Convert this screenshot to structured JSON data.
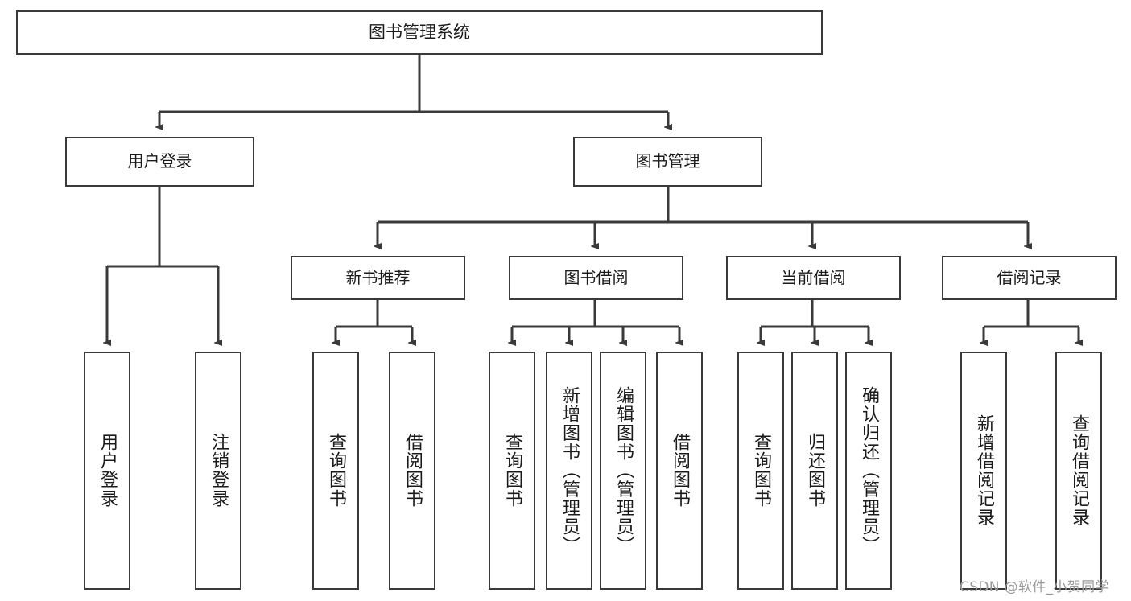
{
  "diagram": {
    "title_node": {
      "id": "root",
      "label": "图书管理系统"
    },
    "level2": [
      {
        "id": "user-login",
        "label": "用户登录"
      },
      {
        "id": "book-management",
        "label": "图书管理"
      }
    ],
    "level3": [
      {
        "id": "new-book-recommend",
        "label": "新书推荐"
      },
      {
        "id": "book-borrow",
        "label": "图书借阅"
      },
      {
        "id": "current-borrow",
        "label": "当前借阅"
      },
      {
        "id": "borrow-record",
        "label": "借阅记录"
      }
    ],
    "leaves": [
      {
        "id": "leaf-user-login",
        "label": "用户登录",
        "parent": "user-login"
      },
      {
        "id": "leaf-logout",
        "label": "注销登录",
        "parent": "user-login"
      },
      {
        "id": "leaf-query-book-1",
        "label": "查询图书",
        "parent": "new-book-recommend"
      },
      {
        "id": "leaf-borrow-book-1",
        "label": "借阅图书",
        "parent": "new-book-recommend"
      },
      {
        "id": "leaf-query-book-2",
        "label": "查询图书",
        "parent": "book-borrow"
      },
      {
        "id": "leaf-add-book",
        "label": "新增图书（管理员）",
        "parent": "book-borrow"
      },
      {
        "id": "leaf-edit-book",
        "label": "编辑图书（管理员）",
        "parent": "book-borrow"
      },
      {
        "id": "leaf-borrow-book-2",
        "label": "借阅图书",
        "parent": "book-borrow"
      },
      {
        "id": "leaf-query-book-3",
        "label": "查询图书",
        "parent": "current-borrow"
      },
      {
        "id": "leaf-return-book",
        "label": "归还图书",
        "parent": "current-borrow"
      },
      {
        "id": "leaf-confirm-return",
        "label": "确认归还（管理员）",
        "parent": "current-borrow"
      },
      {
        "id": "leaf-add-record",
        "label": "新增借阅记录",
        "parent": "borrow-record"
      },
      {
        "id": "leaf-query-record",
        "label": "查询借阅记录",
        "parent": "borrow-record"
      }
    ],
    "colors": {
      "border": "#3a3a3a",
      "text": "#1b1b1b",
      "background": "#ffffff",
      "watermark": "#9b9b9b"
    }
  },
  "watermark": {
    "text": "CSDN @软件_小贺同学"
  }
}
